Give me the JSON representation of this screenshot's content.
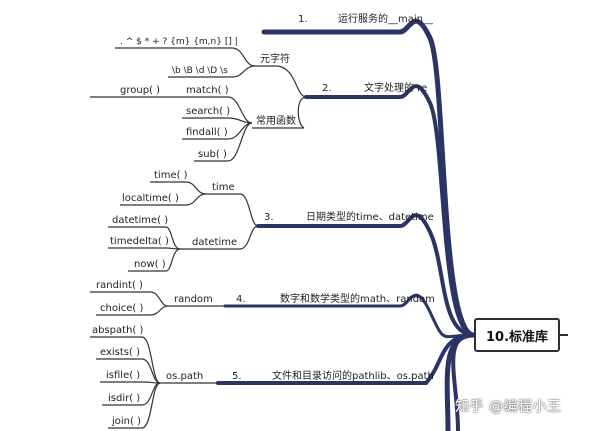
{
  "root": {
    "label": "10.标准库"
  },
  "branches": [
    {
      "num": "1.",
      "title": "运行服务的__main__",
      "subs": []
    },
    {
      "num": "2.",
      "title": "文字处理的 re",
      "subs": [
        {
          "label": "元字符",
          "leaves": [
            ". ^ $ * + ? {m} {m,n} [] |",
            "\\b \\B \\d \\D \\s"
          ]
        },
        {
          "label": "常用函数",
          "leaves": [
            "group( )",
            "match( )",
            "search( )",
            "findall( )",
            "sub( )"
          ]
        }
      ]
    },
    {
      "num": "3.",
      "title": "日期类型的time、datetime",
      "subs": [
        {
          "label": "time",
          "leaves": [
            "time( )",
            "localtime( )"
          ]
        },
        {
          "label": "datetime",
          "leaves": [
            "datetime( )",
            "timedelta( )",
            "now( )"
          ]
        }
      ]
    },
    {
      "num": "4.",
      "title": "数字和数学类型的math、random",
      "subs": [
        {
          "label": "random",
          "leaves": [
            "randint( )",
            "choice( )"
          ]
        }
      ]
    },
    {
      "num": "5.",
      "title": "文件和目录访问的pathlib、os.path",
      "subs": [
        {
          "label": "os.path",
          "leaves": [
            "abspath( )",
            "exists( )",
            "isfile( )",
            "isdir( )",
            "join( )"
          ]
        }
      ]
    }
  ],
  "watermark": "知乎 @编程小王",
  "colors": {
    "branch_main": "#2a3566",
    "line": "#333333"
  }
}
